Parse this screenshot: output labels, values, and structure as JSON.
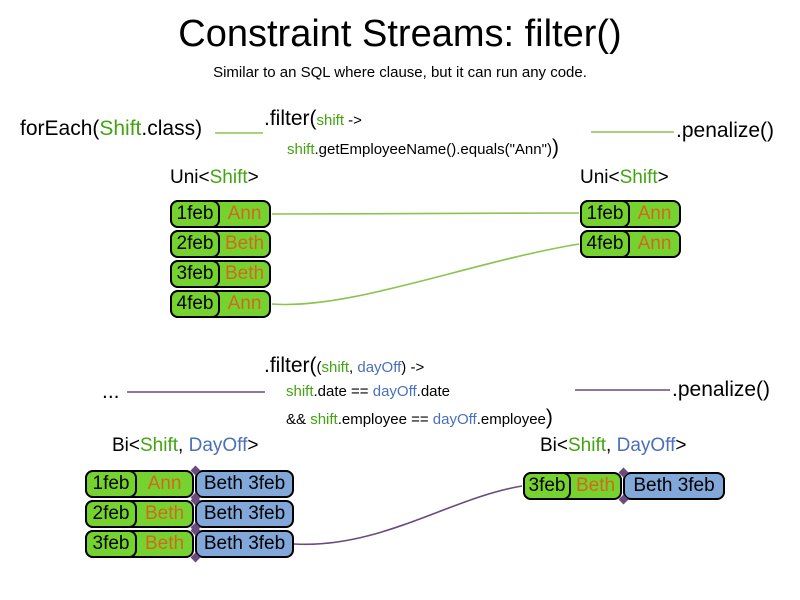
{
  "colors": {
    "green_text": "#42a410",
    "blue_text": "#4a70ba",
    "orange_text": "#d2691e",
    "card_green": "#76d32f",
    "card_blue": "#81a8d8",
    "line_green": "#8cc34f",
    "line_purple": "#6b4a7e"
  },
  "slide": {
    "title": "Constraint Streams: filter()",
    "subtitle": "Similar to an SQL where clause, but it can run any code."
  },
  "pipeline1": {
    "source_segments": [
      {
        "t": "forEach(",
        "c": "big k"
      },
      {
        "t": "Shift",
        "c": "big g"
      },
      {
        "t": ".class)",
        "c": "big k"
      }
    ],
    "filter_line1": [
      {
        "t": ".filter(",
        "c": "big k"
      },
      {
        "t": "shift",
        "c": "sm g"
      },
      {
        "t": " ->",
        "c": "sm k"
      }
    ],
    "filter_line2": [
      {
        "t": "shift",
        "c": "sm g"
      },
      {
        "t": ".getEmployeeName().equals(\"Ann\")",
        "c": "sm k"
      },
      {
        "t": ")",
        "c": "big k"
      }
    ],
    "penalize_segments": [
      {
        "t": ".penalize()",
        "c": "big k"
      }
    ]
  },
  "pipeline2": {
    "source_segments": [
      {
        "t": "...",
        "c": "big k"
      }
    ],
    "filter_line1": [
      {
        "t": ".filter(",
        "c": "big k"
      },
      {
        "t": "(",
        "c": "sm k"
      },
      {
        "t": "shift",
        "c": "sm g"
      },
      {
        "t": ", ",
        "c": "sm k"
      },
      {
        "t": "dayOff",
        "c": "sm b"
      },
      {
        "t": ")",
        "c": "sm k"
      },
      {
        "t": " ->",
        "c": "sm k"
      }
    ],
    "filter_line2": [
      {
        "t": "shift",
        "c": "sm g"
      },
      {
        "t": ".date == ",
        "c": "sm k"
      },
      {
        "t": "dayOff",
        "c": "sm b"
      },
      {
        "t": ".date",
        "c": "sm k"
      }
    ],
    "filter_line3": [
      {
        "t": "&& ",
        "c": "sm k"
      },
      {
        "t": "shift",
        "c": "sm g"
      },
      {
        "t": ".employee == ",
        "c": "sm k"
      },
      {
        "t": "dayOff",
        "c": "sm b"
      },
      {
        "t": ".employee",
        "c": "sm k"
      },
      {
        "t": ")",
        "c": "big k"
      }
    ],
    "penalize_segments": [
      {
        "t": ".penalize()",
        "c": "big k"
      }
    ]
  },
  "uni_left": {
    "label_segments": [
      {
        "t": "Uni<",
        "c": "lbl k"
      },
      {
        "t": "Shift",
        "c": "lbl g"
      },
      {
        "t": ">",
        "c": "lbl k"
      }
    ],
    "rows": [
      {
        "date": "1feb",
        "name": "Ann"
      },
      {
        "date": "2feb",
        "name": "Beth"
      },
      {
        "date": "3feb",
        "name": "Beth"
      },
      {
        "date": "4feb",
        "name": "Ann"
      }
    ]
  },
  "uni_right": {
    "label_segments": [
      {
        "t": "Uni<",
        "c": "lbl k"
      },
      {
        "t": "Shift",
        "c": "lbl g"
      },
      {
        "t": ">",
        "c": "lbl k"
      }
    ],
    "rows": [
      {
        "date": "1feb",
        "name": "Ann"
      },
      {
        "date": "4feb",
        "name": "Ann"
      }
    ]
  },
  "bi_left": {
    "label_segments": [
      {
        "t": "Bi<",
        "c": "lbl k"
      },
      {
        "t": "Shift",
        "c": "lbl g"
      },
      {
        "t": ", ",
        "c": "lbl k"
      },
      {
        "t": "DayOff",
        "c": "lbl b"
      },
      {
        "t": ">",
        "c": "lbl k"
      }
    ],
    "rows": [
      {
        "date": "1feb",
        "name": "Ann",
        "pair": "Beth 3feb"
      },
      {
        "date": "2feb",
        "name": "Beth",
        "pair": "Beth 3feb"
      },
      {
        "date": "3feb",
        "name": "Beth",
        "pair": "Beth 3feb"
      }
    ]
  },
  "bi_right": {
    "label_segments": [
      {
        "t": "Bi<",
        "c": "lbl k"
      },
      {
        "t": "Shift",
        "c": "lbl g"
      },
      {
        "t": ", ",
        "c": "lbl k"
      },
      {
        "t": "DayOff",
        "c": "lbl b"
      },
      {
        "t": ">",
        "c": "lbl k"
      }
    ],
    "rows": [
      {
        "date": "3feb",
        "name": "Beth",
        "pair": "Beth 3feb"
      }
    ]
  }
}
